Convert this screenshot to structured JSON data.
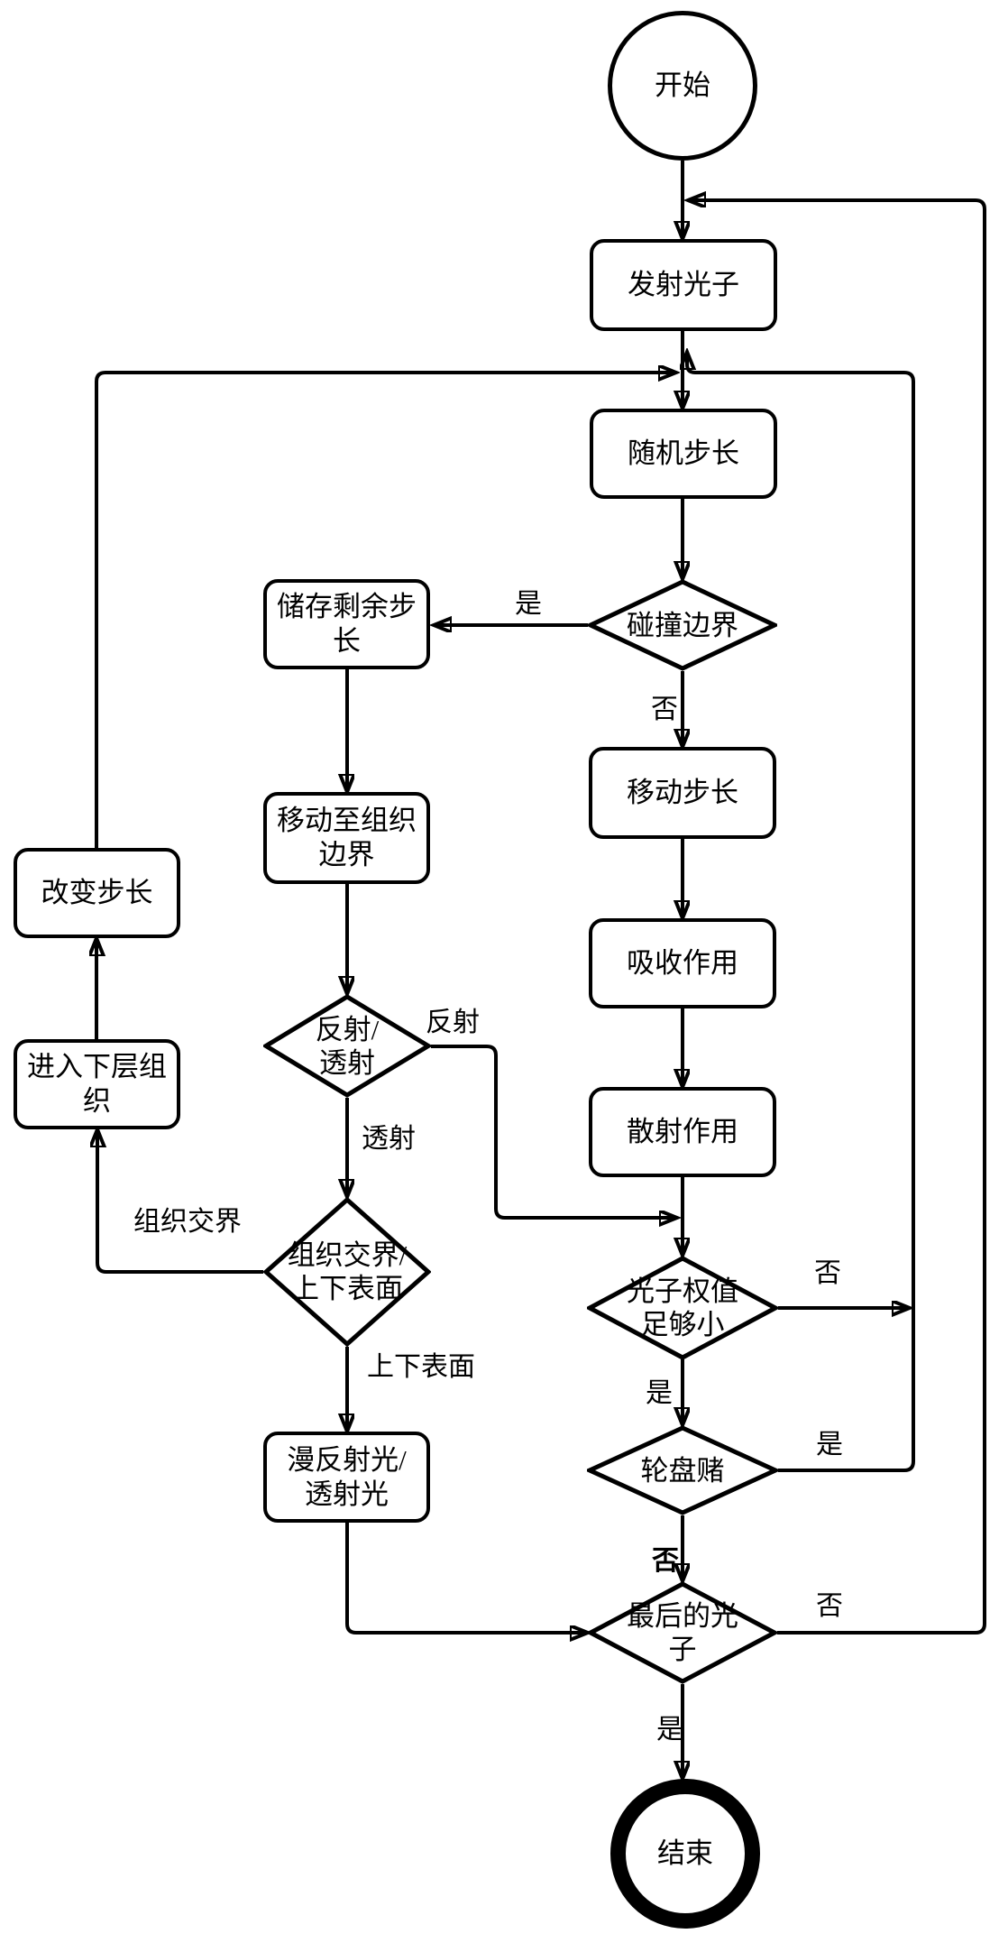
{
  "diagram": {
    "type": "flowchart",
    "language": "zh-CN",
    "colors": {
      "line": "#000000",
      "background": "#ffffff",
      "shape_fill": "#ffffff"
    }
  },
  "nodes": {
    "start": {
      "label": "开始"
    },
    "emit_photon": {
      "label": "发射光子"
    },
    "random_step": {
      "label": "随机步长"
    },
    "hit_boundary": {
      "label": "碰撞边界"
    },
    "store_remaining_step": {
      "lines": [
        "储存剩余步",
        "长"
      ]
    },
    "move_to_tissue_boundary": {
      "lines": [
        "移动至组织",
        "边界"
      ]
    },
    "move_step": {
      "label": "移动步长"
    },
    "absorption": {
      "label": "吸收作用"
    },
    "scattering": {
      "label": "散射作用"
    },
    "reflect_or_transmit": {
      "lines": [
        "反射/",
        "透射"
      ]
    },
    "interface_or_surface": {
      "lines": [
        "组织交界/",
        "上下表面"
      ]
    },
    "enter_lower_tissue": {
      "lines": [
        "进入下层组",
        "织"
      ]
    },
    "change_step": {
      "label": "改变步长"
    },
    "diffuse_or_transmitted_light": {
      "lines": [
        "漫反射光/",
        "透射光"
      ]
    },
    "photon_weight_small": {
      "lines": [
        "光子权值",
        "足够小"
      ]
    },
    "roulette": {
      "label": "轮盘赌"
    },
    "last_photon": {
      "lines": [
        "最后的光",
        "子"
      ]
    },
    "end": {
      "label": "结束"
    }
  },
  "edge_labels": {
    "hit_yes": "是",
    "hit_no": "否",
    "reflect": "反射",
    "transmit": "透射",
    "interface": "组织交界",
    "surface": "上下表面",
    "weight_no": "否",
    "weight_yes": "是",
    "roulette_yes": "是",
    "roulette_no": "否",
    "last_no": "否",
    "last_yes": "是"
  }
}
